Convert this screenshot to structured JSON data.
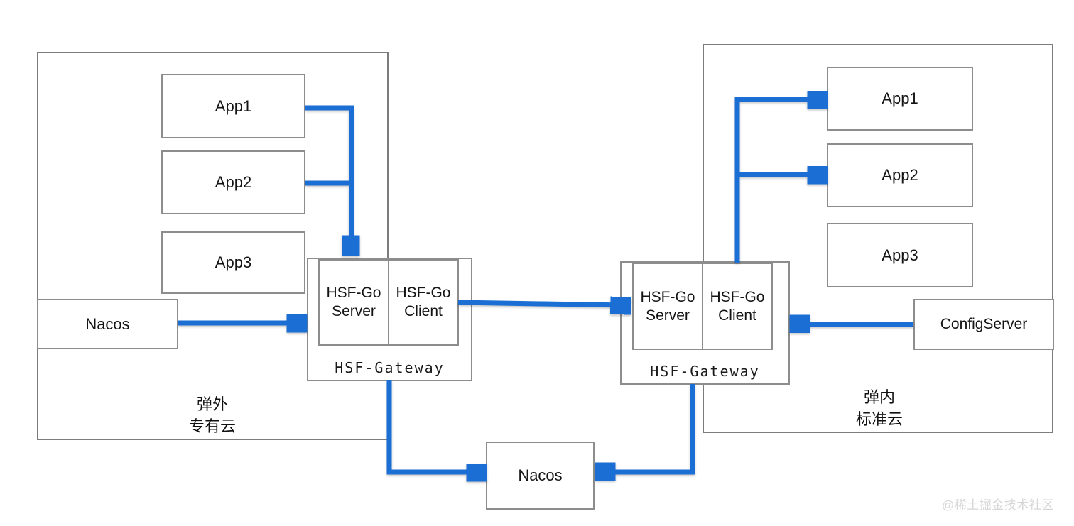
{
  "colors": {
    "arrow_blue": "#1b6fd4",
    "box_border": "#8d8d8d",
    "container_border": "#7c7c7c",
    "text": "#141414",
    "watermark": "#d6d6d6"
  },
  "left_region": {
    "label_line1": "弹外",
    "label_line2": "专有云",
    "apps": [
      "App1",
      "App2",
      "App3"
    ],
    "nacos_label": "Nacos",
    "gateway": {
      "server_label": "HSF-Go Server",
      "client_label": "HSF-Go Client",
      "title": "HSF-Gateway"
    }
  },
  "right_region": {
    "label_line1": "弹内",
    "label_line2": "标准云",
    "apps": [
      "App1",
      "App2",
      "App3"
    ],
    "configserver_label": "ConfigServer",
    "gateway": {
      "server_label": "HSF-Go Server",
      "client_label": "HSF-Go Client",
      "title": "HSF-Gateway"
    }
  },
  "shared": {
    "nacos_label": "Nacos"
  },
  "watermark": "@稀土掘金技术社区",
  "edges": [
    {
      "id": "left-app1-to-left-gateway",
      "from": "left App1",
      "to": "left HSF-Go Server"
    },
    {
      "id": "left-app2-to-left-gateway",
      "from": "left App2",
      "to": "left HSF-Go Server"
    },
    {
      "id": "left-nacos-to-left-gateway",
      "from": "left Nacos",
      "to": "left HSF-Gateway"
    },
    {
      "id": "left-client-to-right-server",
      "from": "left HSF-Go Client",
      "to": "right HSF-Go Server"
    },
    {
      "id": "configserver-to-right-client",
      "from": "ConfigServer",
      "to": "right HSF-Go Client"
    },
    {
      "id": "right-client-to-right-app1",
      "from": "right HSF-Go Client",
      "to": "right App1"
    },
    {
      "id": "right-client-to-right-app2",
      "from": "right HSF-Go Client",
      "to": "right App2"
    },
    {
      "id": "left-gateway-to-shared-nacos",
      "from": "left HSF-Gateway",
      "to": "shared Nacos"
    },
    {
      "id": "right-gateway-to-shared-nacos",
      "from": "right HSF-Gateway",
      "to": "shared Nacos"
    }
  ]
}
